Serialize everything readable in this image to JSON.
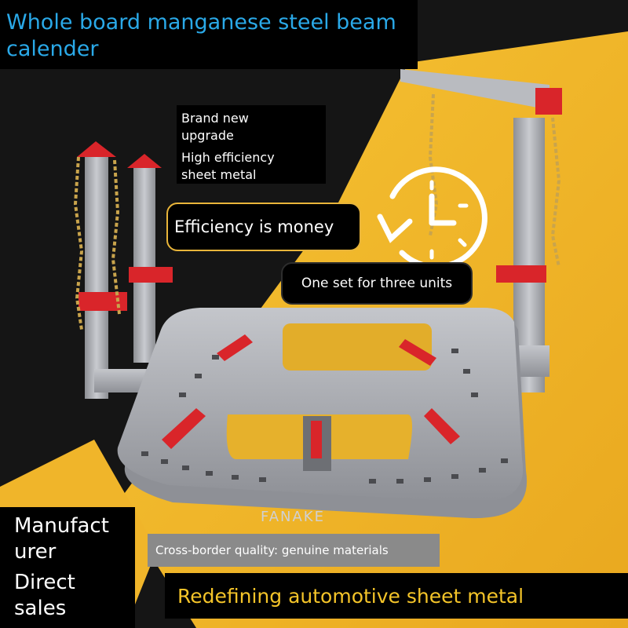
{
  "title": {
    "line1": "Whole board manganese steel beam",
    "line2": "calender"
  },
  "features": {
    "brand_new_line1": "Brand new",
    "brand_new_line2": "upgrade",
    "efficiency_line1": "High efficiency",
    "efficiency_line2": "sheet metal"
  },
  "slogan": "Efficiency is money",
  "one_set": "One set for three units",
  "manufacturer": {
    "line1": "Manufact",
    "line2": "urer",
    "line3": "Direct",
    "line4": "sales"
  },
  "cross_border": "Cross-border quality: genuine materials",
  "redefining": "Redefining automotive sheet metal",
  "brand_watermark": "FANAKE",
  "colors": {
    "yellow_background": "#f2b92a",
    "title_blue": "#2aa9e8",
    "slogan_yellow": "#f4c429",
    "machine_red": "#d9252a",
    "machine_grey": "#a9abb0"
  },
  "icons": [
    "clock-refresh-icon"
  ]
}
